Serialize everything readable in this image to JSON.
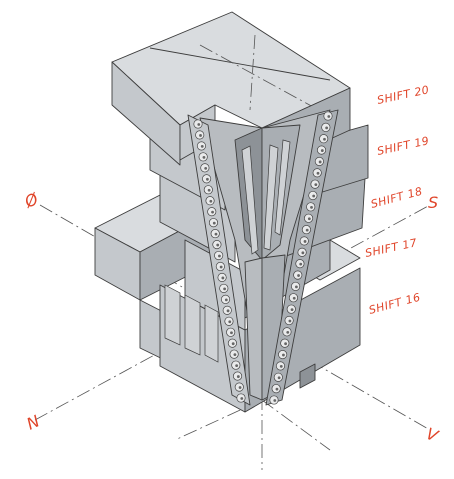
{
  "labels": {
    "shift_20": "SHIFT 20",
    "shift_19": "SHIFT 19",
    "shift_18": "SHIFT 18",
    "shift_17": "SHIFT 17",
    "shift_16": "SHIFT 16"
  },
  "compass": {
    "west": "Ø",
    "south": "S",
    "north": "N",
    "east": "V"
  },
  "colors": {
    "annotation": "#e0452a",
    "block_top": "#d9dcdf",
    "block_side_light": "#c4c8cc",
    "block_side_dark": "#a9aeb3"
  }
}
